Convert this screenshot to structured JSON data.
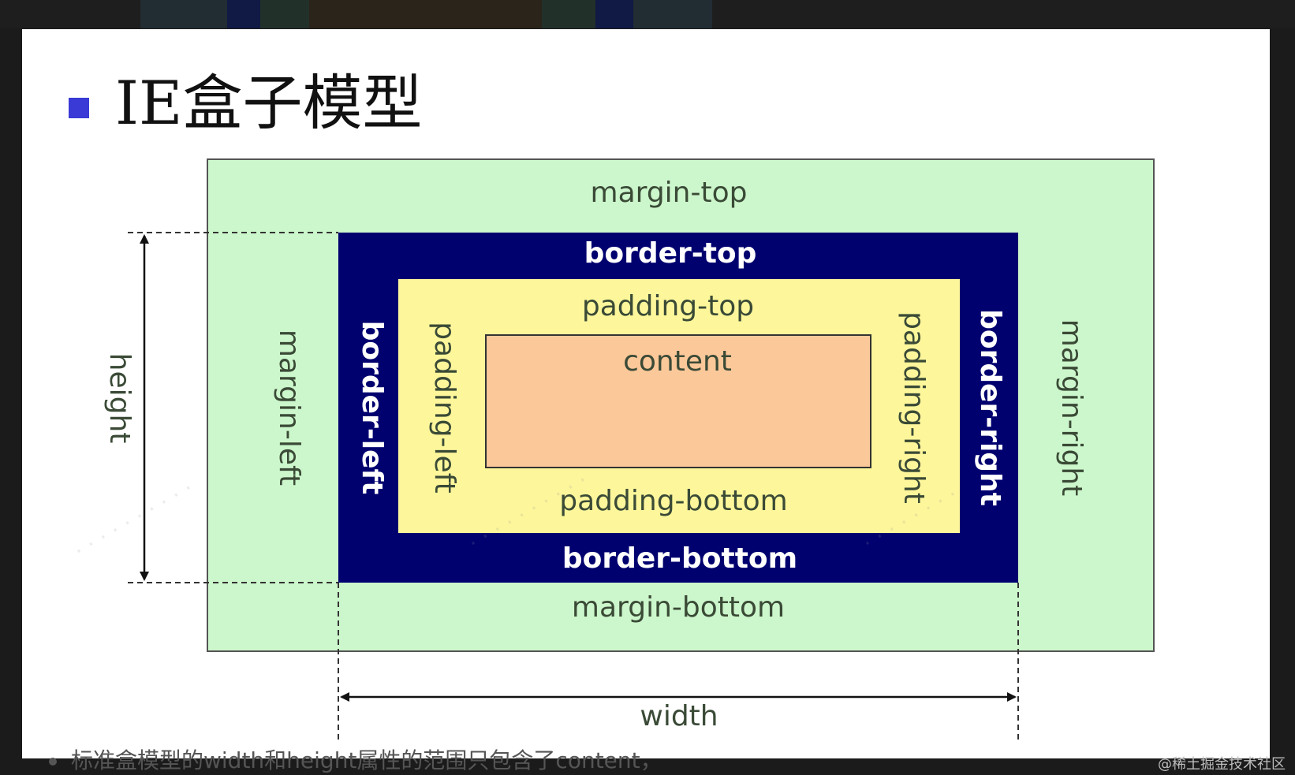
{
  "slide": {
    "title": "IE盒子模型"
  },
  "diagram": {
    "margin_top": "margin-top",
    "margin_bottom": "margin-bottom",
    "margin_left": "margin-left",
    "margin_right": "margin-right",
    "border_top": "border-top",
    "border_bottom": "border-bottom",
    "border_left": "border-left",
    "border_right": "border-right",
    "padding_top": "padding-top",
    "padding_bottom": "padding-bottom",
    "padding_left": "padding-left",
    "padding_right": "padding-right",
    "content": "content",
    "height": "height",
    "width": "width"
  },
  "colors": {
    "margin": "#ccf6cb",
    "border": "#00006f",
    "padding": "#fdf69b",
    "content": "#fbc89a",
    "bullet": "#3a3ad6"
  },
  "footer": {
    "text": "标准盒模型的width和height属性的范围只包含了content，"
  },
  "credit": "@稀土掘金技术社区"
}
